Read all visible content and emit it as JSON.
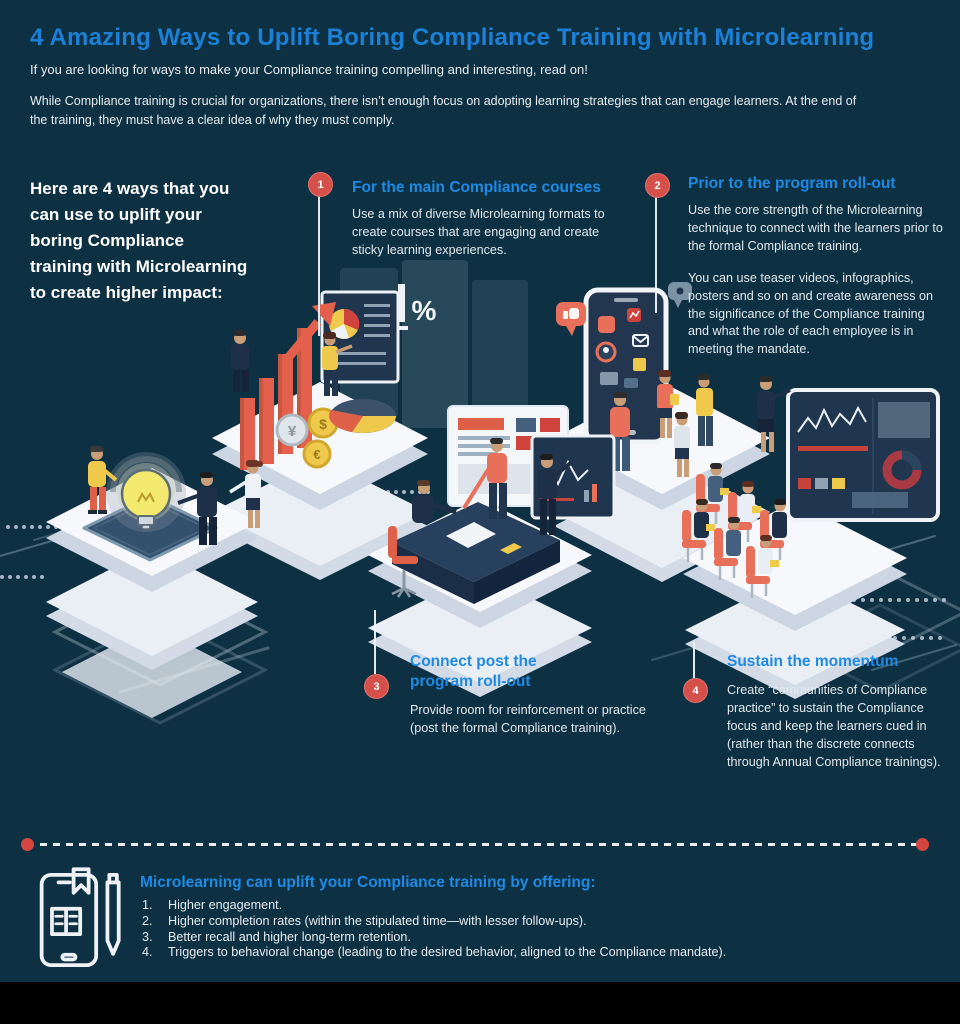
{
  "colors": {
    "background": "#0d3143",
    "accent_blue": "#1e8ae4",
    "title_blue": "#1b80d6",
    "badge_red": "#d5504a",
    "coral": "#e8705a",
    "yellow": "#efc94b",
    "body_text": "#e7edf2"
  },
  "header": {
    "title": "4 Amazing Ways to Uplift Boring Compliance Training with Microlearning",
    "subtitle": "If you are looking for ways to make your Compliance training compelling and interesting, read on!",
    "paragraph": "While Compliance training is crucial for organizations, there isn’t enough focus on adopting learning strategies that can engage learners. At the end of the training, they must have a clear idea of why they must comply."
  },
  "intro_lines": [
    "Here are 4 ways that you",
    "can use to uplift your",
    "boring Compliance",
    "training with Microlearning",
    "to create higher impact:"
  ],
  "points": [
    {
      "number": "1",
      "title": "For the main Compliance courses",
      "body1": "Use a mix of diverse Microlearning formats to create courses that are engaging and create sticky learning experiences."
    },
    {
      "number": "2",
      "title": "Prior to the program roll-out",
      "body1": "Use the core strength of the Microlearning technique to connect with the learners prior to the formal Compliance training.",
      "body2": "You can use teaser videos, infographics, posters and so on and create awareness on the significance of the Compliance training and what the role of each employee is in meeting the mandate."
    },
    {
      "number": "3",
      "title": "Connect post the program roll-out",
      "body1": "Provide room for reinforcement or practice (post the formal Compliance training)."
    },
    {
      "number": "4",
      "title": "Sustain the momentum",
      "body1": "Create “communities of Compliance practice” to sustain the Compliance focus and keep the learners cued in (rather than the discrete connects through Annual Compliance trainings)."
    }
  ],
  "summary": {
    "heading": "Microlearning can uplift your Compliance training by offering:",
    "items": [
      {
        "num": "1.",
        "text": "Higher engagement."
      },
      {
        "num": "2.",
        "text": "Higher completion rates (within the stipulated time—with lesser follow-ups)."
      },
      {
        "num": "3.",
        "text": "Better recall and higher long-term retention."
      },
      {
        "num": "4.",
        "text": "Triggers to behavioral change (leading to the desired behavior, aligned to the Compliance mandate)."
      }
    ]
  },
  "illustration": {
    "percent": "%",
    "coin_yen": "¥",
    "coin_dollar": "$",
    "coin_euro": "€",
    "icons": [
      "lightbulb-icon",
      "growth-bar-chart-icon",
      "coins-icon",
      "pie-chart-icon",
      "presentation-screen",
      "smartphone-icon",
      "handshake-desk-scene",
      "classroom-scene",
      "dashboard-screen",
      "tablet-book-pen-icon"
    ]
  }
}
